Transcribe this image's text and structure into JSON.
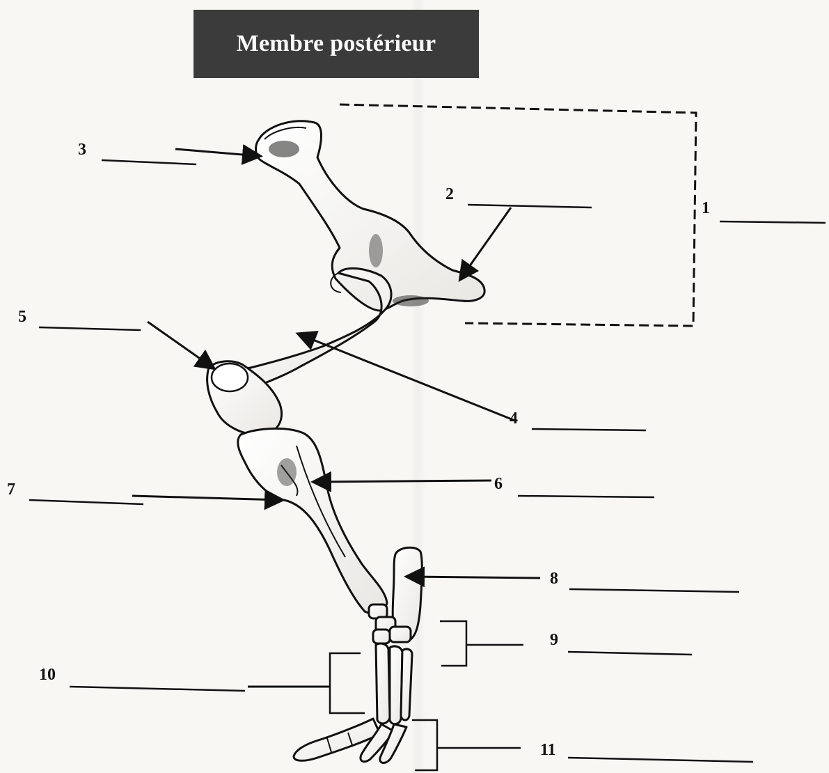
{
  "title": "Membre postérieur",
  "labels": {
    "n1": "1",
    "n2": "2",
    "n3": "3",
    "n4": "4",
    "n5": "5",
    "n6": "6",
    "n7": "7",
    "n8": "8",
    "n9": "9",
    "n10": "10",
    "n11": "11"
  },
  "colors": {
    "title_background": "#3b3b3b",
    "title_text": "#fafafa",
    "ink": "#111111",
    "paper": "#f8f7f4"
  }
}
